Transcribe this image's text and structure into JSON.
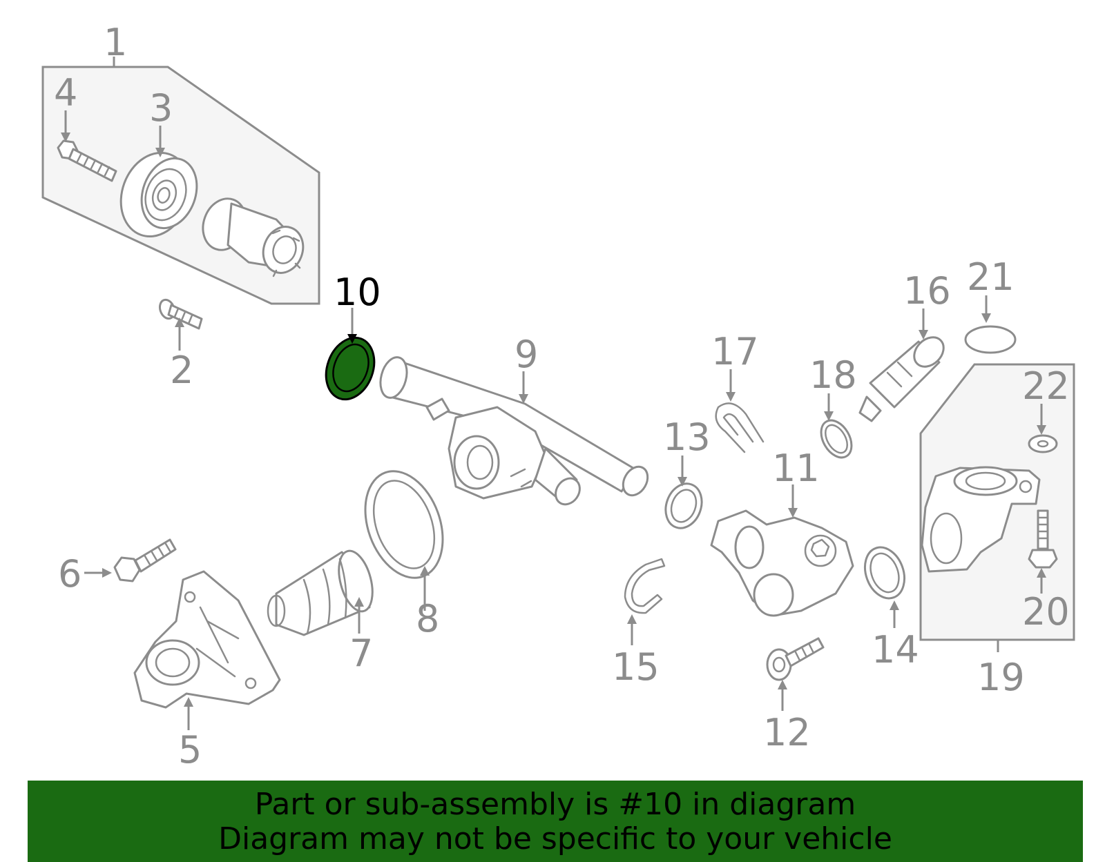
{
  "callouts": [
    {
      "id": "1",
      "text": "1"
    },
    {
      "id": "2",
      "text": "2"
    },
    {
      "id": "3",
      "text": "3"
    },
    {
      "id": "4",
      "text": "4"
    },
    {
      "id": "5",
      "text": "5"
    },
    {
      "id": "6",
      "text": "6"
    },
    {
      "id": "7",
      "text": "7"
    },
    {
      "id": "8",
      "text": "8"
    },
    {
      "id": "9",
      "text": "9"
    },
    {
      "id": "10",
      "text": "10"
    },
    {
      "id": "11",
      "text": "11"
    },
    {
      "id": "12",
      "text": "12"
    },
    {
      "id": "13",
      "text": "13"
    },
    {
      "id": "14",
      "text": "14"
    },
    {
      "id": "15",
      "text": "15"
    },
    {
      "id": "16",
      "text": "16"
    },
    {
      "id": "17",
      "text": "17"
    },
    {
      "id": "18",
      "text": "18"
    },
    {
      "id": "19",
      "text": "19"
    },
    {
      "id": "20",
      "text": "20"
    },
    {
      "id": "21",
      "text": "21"
    },
    {
      "id": "22",
      "text": "22"
    }
  ],
  "highlighted_part": "10",
  "colors": {
    "highlight_fill": "#1a6b12",
    "line": "#8c8c8c",
    "banner": "#1a6b12"
  },
  "banner": {
    "line1": "Part or sub-assembly is #10 in diagram",
    "line2": "Diagram may not be specific to your vehicle"
  }
}
